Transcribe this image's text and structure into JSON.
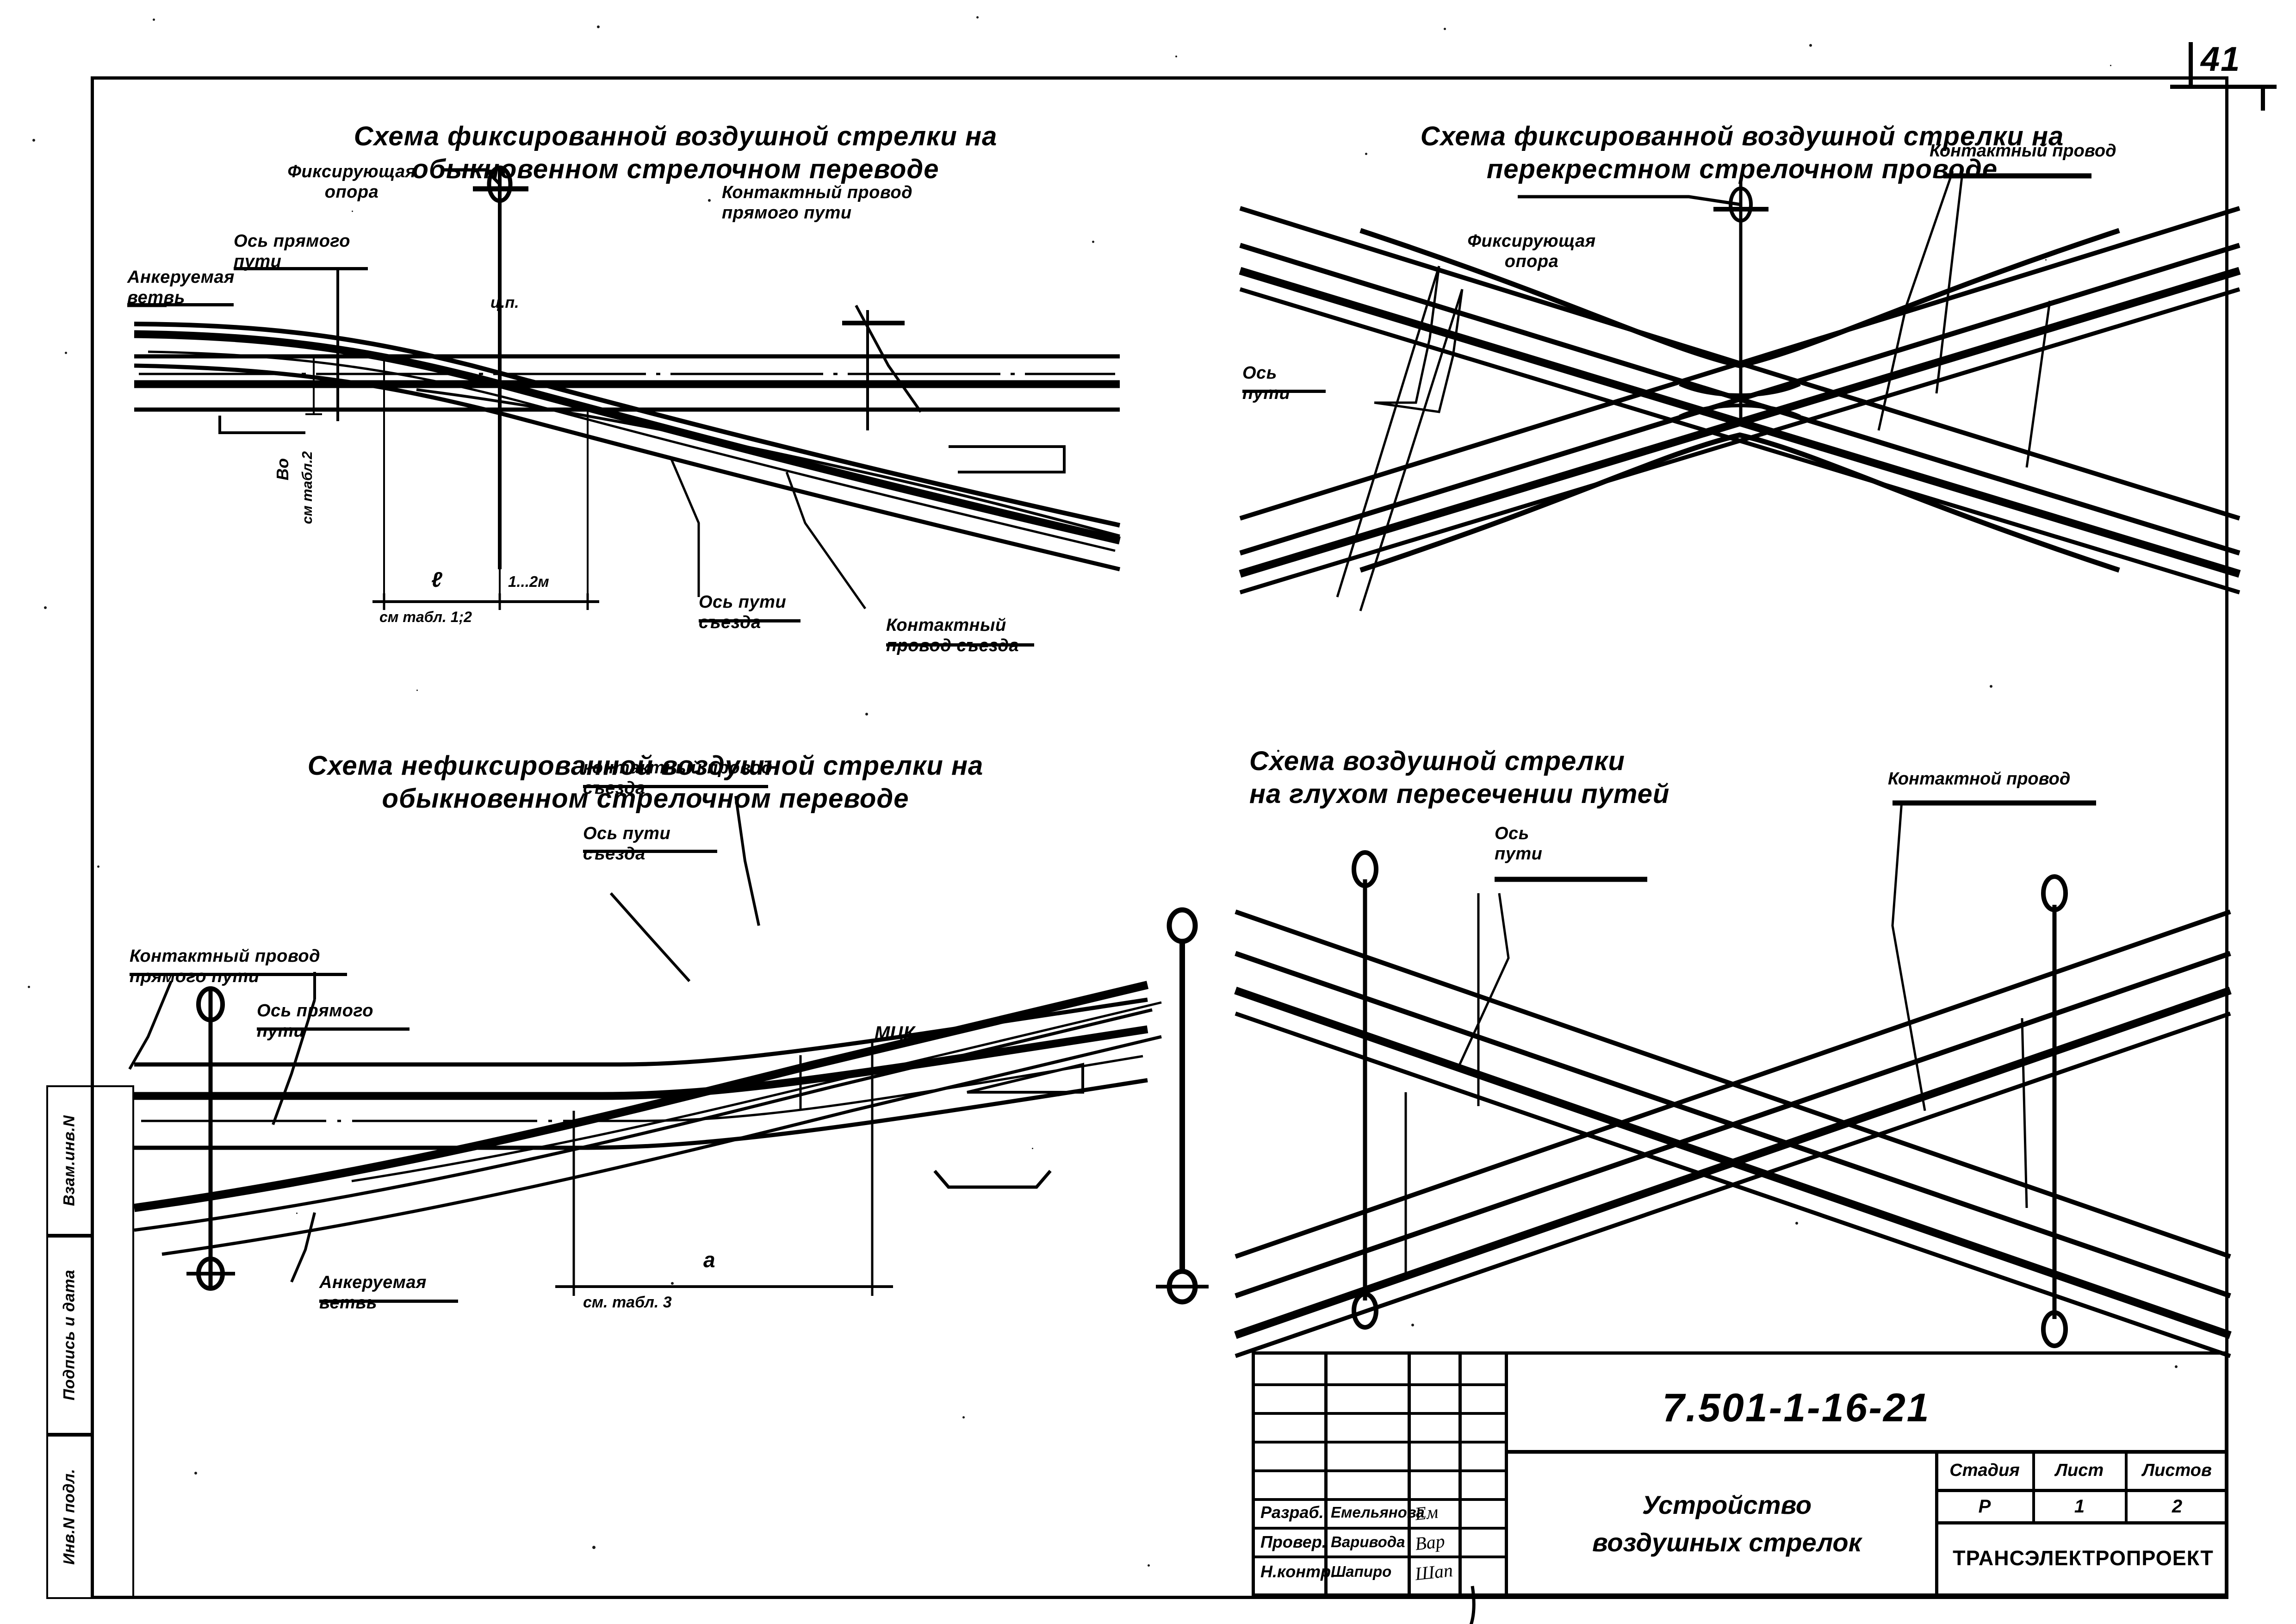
{
  "page": {
    "number": "41"
  },
  "margin_stamp": {
    "cells": [
      {
        "label": "Взам.инв.N"
      },
      {
        "label": "Подпись и дата"
      },
      {
        "label": "Инв.N подл."
      }
    ]
  },
  "panels": {
    "top_left": {
      "title": "Схема фиксированной воздушной стрелки на\nобыкновенном  стрелочном  переводе",
      "labels": {
        "fixing_support": "Фиксирующая\nопора",
        "anchored_branch": "Анкеруемая\nветвь",
        "main_track_axis": "Ось прямого\nпути",
        "main_contact_wire": "Контактный провод\nпрямого  пути",
        "crossover_contact_wire": "Контактный\nпровод съезда",
        "crossover_axis": "Ось пути\nсъезда",
        "frog_point": "ц.п."
      },
      "dimensions": {
        "bo": "Bo",
        "bo_ref": "см табл.2",
        "l": "ℓ",
        "l_ref": "см табл. 1;2",
        "gap": "1...2м"
      }
    },
    "top_right": {
      "title": "Схема фиксированной воздушной стрелки на\nперекрестном  стрелочном  проводе",
      "labels": {
        "fixing_support": "Фиксирующая\nопора",
        "track_axis": "Ось\nпути",
        "contact_wire": "Контактный провод"
      }
    },
    "bottom_left": {
      "title": "Схема нефиксированной воздушной стрелки на\nобыкновенном    стрелочном  переводе",
      "labels": {
        "main_contact_wire": "Контактный провод\nпрямого пути",
        "main_track_axis": "Ось прямого\nпути",
        "crossover_contact_wire": "контактный провод\nсъезда",
        "crossover_axis": "Ось  пути\nсъезда",
        "anchored_branch": "Анкеруемая\nветвь",
        "mck": "МЦК"
      },
      "dimensions": {
        "a": "а",
        "a_ref": "см. табл. 3"
      }
    },
    "bottom_right": {
      "title": "Схема              воздушной стрелки\nна глухом  пересечении путей",
      "labels": {
        "track_axis": "Ось\nпути",
        "contact_wire": "Контактной провод"
      }
    }
  },
  "title_block": {
    "code": "7.501-1-16-21",
    "object_line1": "Устройство",
    "object_line2": "воздушных стрелок",
    "organization": "ТРАНСЭЛЕКТРОПРОЕКТ",
    "stage_headers": [
      "Стадия",
      "Лист",
      "Листов"
    ],
    "stage_values": [
      "Р",
      "1",
      "2"
    ],
    "signature_rows": [
      {
        "role": "Разраб.",
        "name": "Емельянова",
        "sign": "Ем"
      },
      {
        "role": "Провер.",
        "name": "Варивода",
        "sign": "Вар"
      },
      {
        "role": "Н.контр.",
        "name": "Шапиро",
        "sign": "Шап"
      }
    ]
  }
}
